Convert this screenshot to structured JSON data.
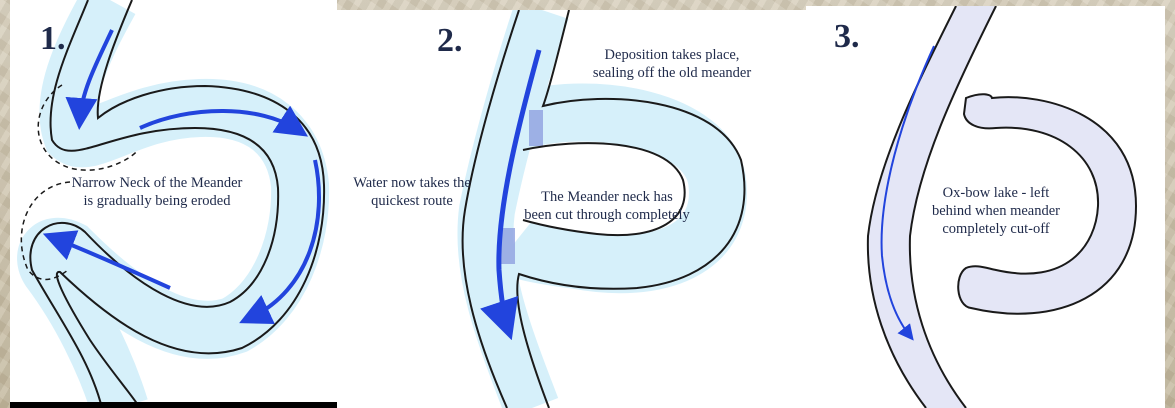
{
  "panels": [
    {
      "number": "1.",
      "label_line1": "Narrow Neck of the Meander",
      "label_line2": "is gradually being eroded"
    },
    {
      "number": "2.",
      "deposition_line1": "Deposition takes place,",
      "deposition_line2": "sealing off the old meander",
      "water_line1": "Water now takes the",
      "water_line2": "quickest route",
      "neck_line1": "The Meander neck has",
      "neck_line2": "been cut through completely"
    },
    {
      "number": "3.",
      "oxbow_line1": "Ox-bow lake - left",
      "oxbow_line2": "behind when meander",
      "oxbow_line3": "completely cut-off"
    }
  ],
  "colors": {
    "water": "#d6f0fa",
    "arrow": "#2244dd",
    "bank": "#1a1a1a",
    "lake": "#e4e6f6",
    "text": "#1f2a4a"
  }
}
